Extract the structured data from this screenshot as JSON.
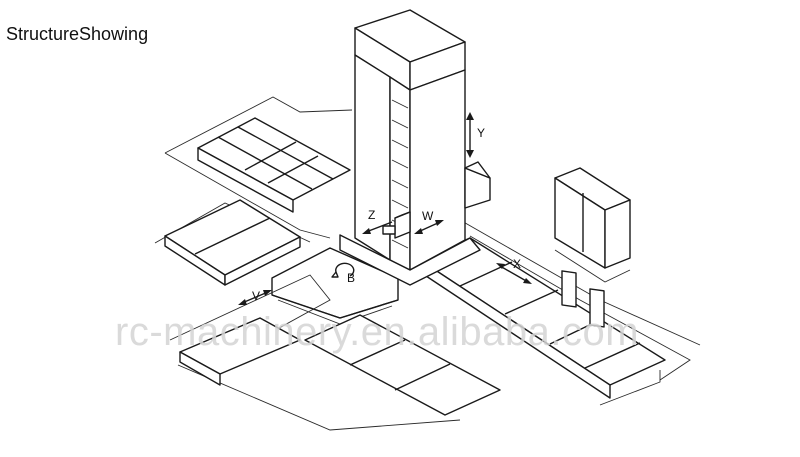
{
  "title": "StructureShowing",
  "axes": {
    "y": "Y",
    "z": "Z",
    "w": "W",
    "x": "X",
    "b": "B",
    "v": "V"
  },
  "watermark": "rc-machinery.en.alibaba.com"
}
